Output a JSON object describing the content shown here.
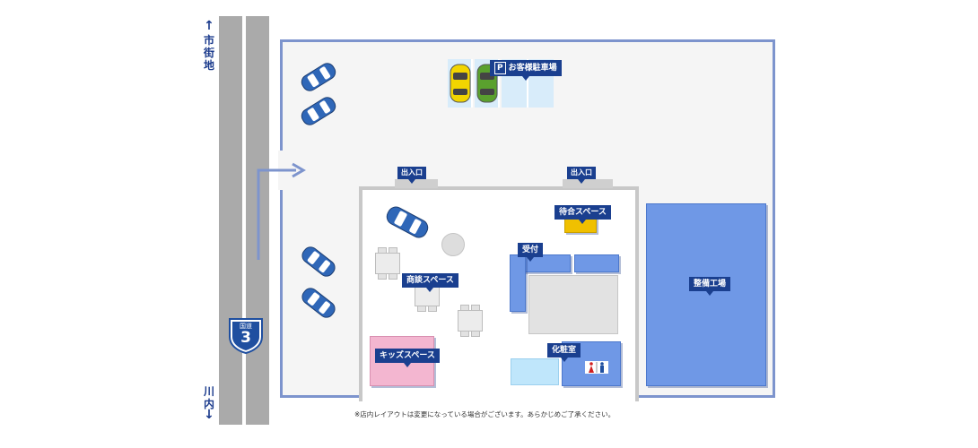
{
  "directions": {
    "north": "市街地",
    "south": "川内",
    "north_arrow": "↑",
    "south_arrow": "↓"
  },
  "route_sign": {
    "label": "国道",
    "number": "3"
  },
  "labels": {
    "parking": "お客様駐車場",
    "parking_icon": "P",
    "entrance_left": "出入口",
    "entrance_right": "出入口",
    "waiting": "待合スペース",
    "reception": "受付",
    "meeting": "商談スペース",
    "kids": "キッズスペース",
    "restroom": "化粧室",
    "service": "整備工場"
  },
  "note": "※店内レイアウトは変更になっている場合がございます。あらかじめご了承ください。",
  "colors": {
    "lot_border": "#7d94cd",
    "label_bg": "#1a3f8f",
    "service_area": "#6f98e6",
    "kids_area": "#f3b6d0",
    "waiting_counter": "#f0c000",
    "car_blue": "#2f67b8",
    "car_yellow": "#f2d500",
    "car_green": "#5aa12e"
  }
}
